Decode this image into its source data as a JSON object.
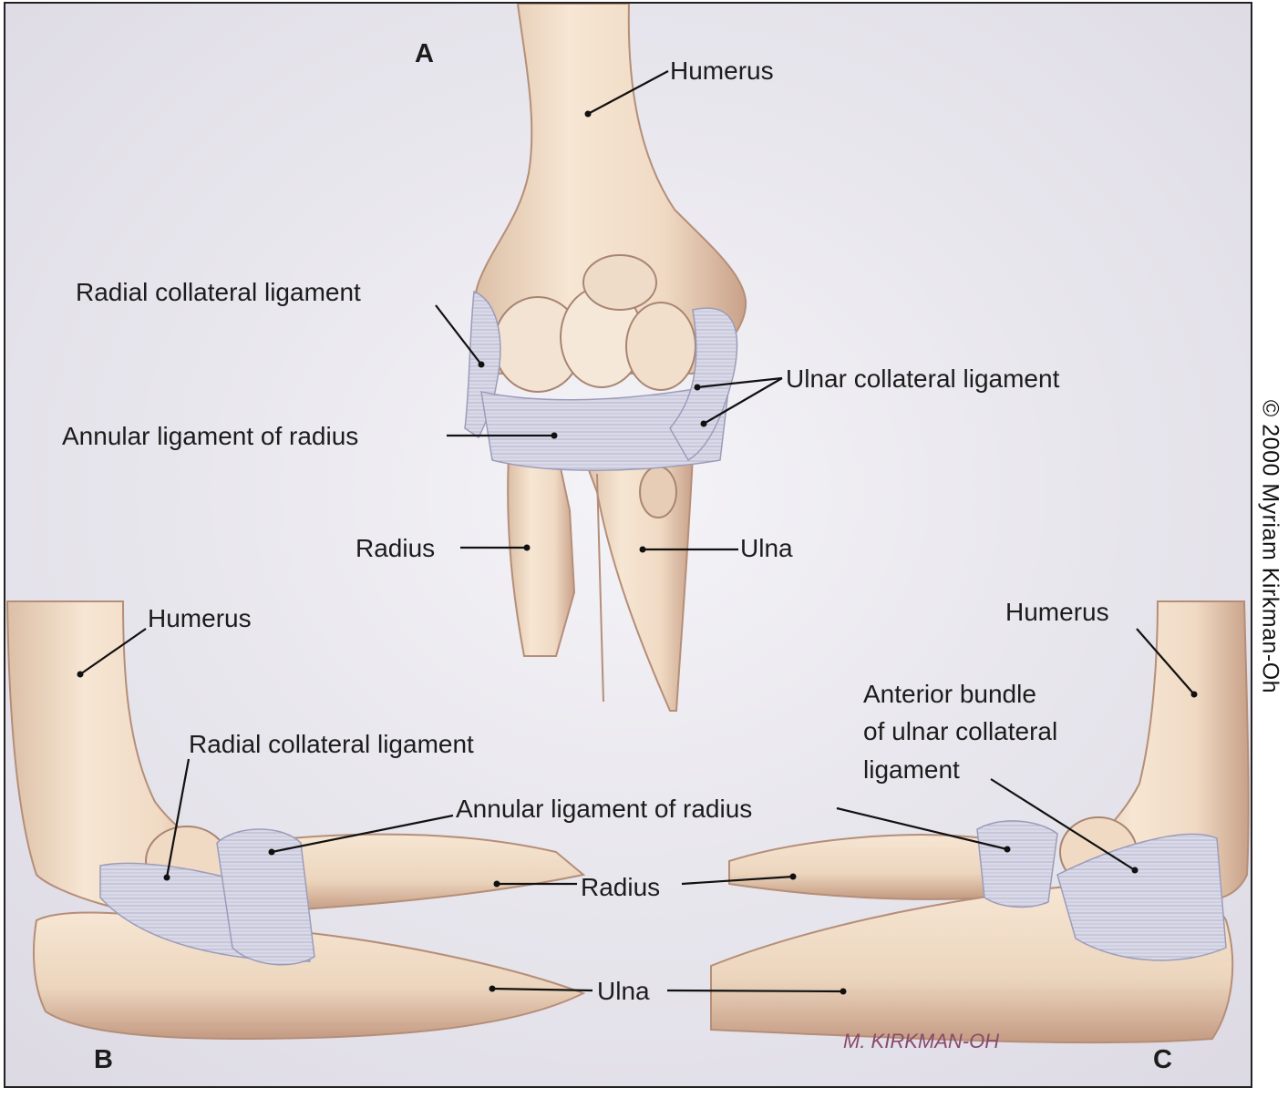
{
  "copyright": "© 2000 Myriam Kirkman-Oh",
  "signature": "M. KIRKMAN-OH",
  "panels": {
    "a": "A",
    "b": "B",
    "c": "C"
  },
  "labels": {
    "a_humerus": "Humerus",
    "a_radial_collateral": "Radial collateral ligament",
    "a_ulnar_collateral": "Ulnar collateral ligament",
    "a_annular": "Annular ligament of radius",
    "a_radius": "Radius",
    "a_ulna": "Ulna",
    "b_humerus": "Humerus",
    "b_radial_collateral": "Radial collateral ligament",
    "bc_annular": "Annular ligament of radius",
    "bc_radius": "Radius",
    "bc_ulna": "Ulna",
    "c_humerus": "Humerus",
    "c_anterior_bundle_1": "Anterior bundle",
    "c_anterior_bundle_2": "of ulnar collateral",
    "c_anterior_bundle_3": "ligament"
  },
  "colors": {
    "bone": "#f1dcc6",
    "bone_shadow": "#caa58c",
    "ligament": "#d9d9e8",
    "ligament_stroke": "#a3a3bf",
    "background": "#e9e7ee"
  }
}
